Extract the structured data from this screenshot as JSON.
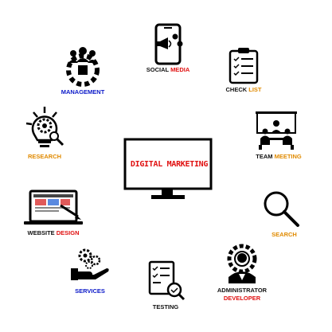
{
  "center": {
    "title": "DIGITAL MARKETING"
  },
  "nodes": {
    "social_media": {
      "word1": "SOCIAL",
      "word2": "MEDIA",
      "icon": "smartphone-megaphone-icon",
      "color1": "#111111",
      "color2": "#e01010"
    },
    "check_list": {
      "word1": "CHECK",
      "word2": "LIST",
      "icon": "clipboard-checklist-icon",
      "color1": "#111111",
      "color2": "#e08a00"
    },
    "team_meeting": {
      "word1": "TEAM",
      "word2": "MEETING",
      "icon": "team-meeting-icon",
      "color1": "#111111",
      "color2": "#e08a00"
    },
    "search": {
      "label": "SEARCH",
      "icon": "magnifier-icon",
      "color": "#e08a00"
    },
    "administrator_developer": {
      "line1": "ADMINISTRATOR",
      "line2": "DEVELOPER",
      "icon": "admin-developer-icon",
      "color1": "#111111",
      "color2": "#e01010"
    },
    "testing": {
      "label": "TESTING",
      "icon": "testing-checklist-icon",
      "color": "#111111"
    },
    "services": {
      "label": "SERVICES",
      "icon": "hand-gears-icon",
      "color": "#0a18c8"
    },
    "website_design": {
      "word1": "WEBSITE",
      "word2": "DESIGN",
      "icon": "laptop-design-icon",
      "color1": "#111111",
      "color2": "#e01010"
    },
    "research": {
      "label": "RESEARCH",
      "icon": "lightbulb-gear-icon",
      "color": "#e08a00"
    },
    "management": {
      "label": "MANAGEMENT",
      "icon": "team-gear-icon",
      "color": "#0a18c8"
    }
  }
}
